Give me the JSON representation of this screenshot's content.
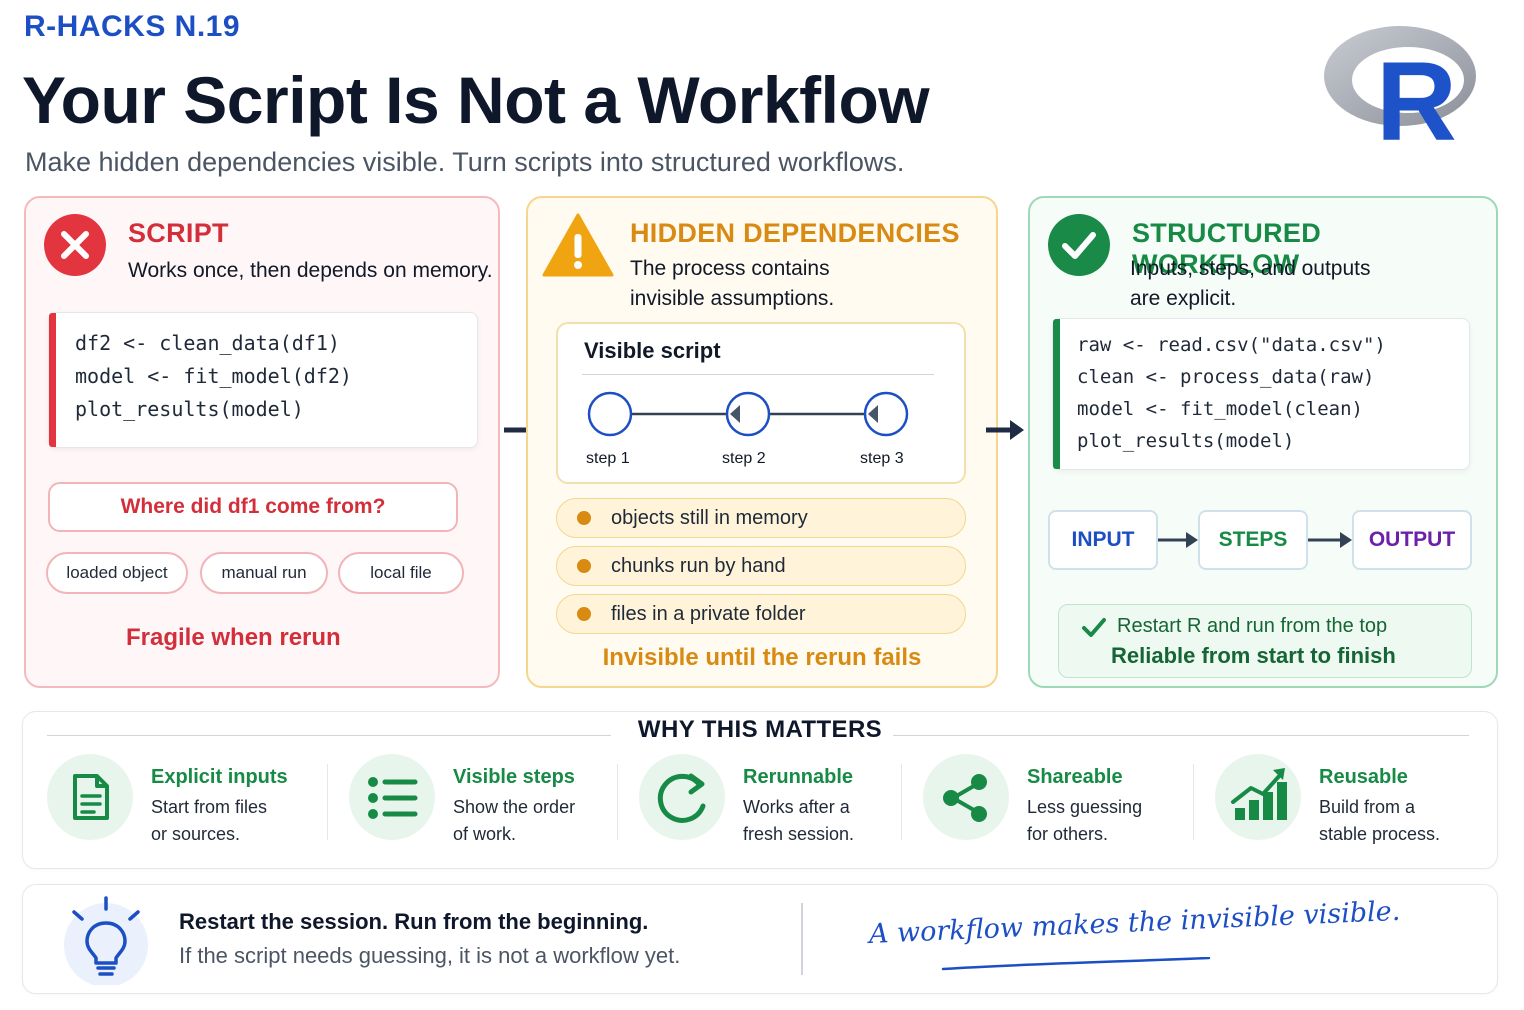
{
  "header": {
    "series": "R-HACKS N.19",
    "title": "Your Script Is Not a Workflow",
    "subtitle": "Make hidden dependencies visible. Turn scripts into structured workflows.",
    "logo_letter": "R"
  },
  "panels": {
    "script": {
      "heading": "SCRIPT",
      "desc": "Works once, then depends on memory.",
      "code": [
        "df2 <- clean_data(df1)",
        "model <- fit_model(df2)",
        "plot_results(model)"
      ],
      "question": "Where did df1 come from?",
      "pills": [
        "loaded object",
        "manual run",
        "local file"
      ],
      "footer": "Fragile when rerun"
    },
    "hidden": {
      "heading": "HIDDEN DEPENDENCIES",
      "desc_line1": "The process contains",
      "desc_line2": "invisible assumptions.",
      "visible_title": "Visible script",
      "steps": [
        "step 1",
        "step 2",
        "step 3"
      ],
      "items": [
        "objects still in memory",
        "chunks run by hand",
        "files in a private folder"
      ],
      "footer": "Invisible until the rerun fails"
    },
    "workflow": {
      "heading": "STRUCTURED WORKFLOW",
      "desc_line1": "Inputs, steps, and outputs",
      "desc_line2": "are explicit.",
      "code": [
        "raw <- read.csv(\"data.csv\")",
        "clean <- process_data(raw)",
        "model <- fit_model(clean)",
        "plot_results(model)"
      ],
      "flow": [
        "INPUT",
        "STEPS",
        "OUTPUT"
      ],
      "note_line1": "Restart R and run from the top",
      "note_line2": "Reliable from start to finish"
    }
  },
  "why": {
    "title": "WHY THIS MATTERS",
    "items": [
      {
        "icon": "document-icon",
        "heading": "Explicit inputs",
        "line1": "Start from files",
        "line2": "or sources."
      },
      {
        "icon": "list-icon",
        "heading": "Visible steps",
        "line1": "Show the order",
        "line2": "of work."
      },
      {
        "icon": "refresh-icon",
        "heading": "Rerunnable",
        "line1": "Works after a",
        "line2": "fresh session."
      },
      {
        "icon": "share-icon",
        "heading": "Shareable",
        "line1": "Less guessing",
        "line2": "for others."
      },
      {
        "icon": "growth-chart-icon",
        "heading": "Reusable",
        "line1": "Build from a",
        "line2": "stable process."
      }
    ]
  },
  "tip": {
    "heading": "Restart the session. Run from the beginning.",
    "desc": "If the script needs guessing, it is not a workflow yet.",
    "quote": "A workflow makes the invisible visible."
  },
  "colors": {
    "blue": "#1d4fc4",
    "red": "#d32f3b",
    "amber": "#d98a12",
    "green": "#178a46",
    "purple": "#6b21a8"
  }
}
